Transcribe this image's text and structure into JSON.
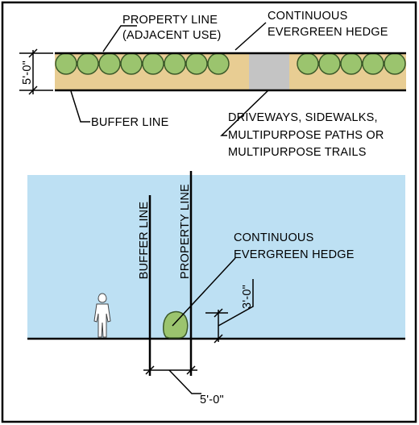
{
  "plan": {
    "property_line_label": [
      "PROPERTY LINE",
      "(ADJACENT USE)"
    ],
    "hedge_label": [
      "CONTINUOUS",
      "EVERGREEN HEDGE"
    ],
    "buffer_line_label": "BUFFER LINE",
    "driveway_label": [
      "DRIVEWAYS, SIDEWALKS,",
      "MULTIPURPOSE PATHS OR",
      "MULTIPURPOSE TRAILS"
    ],
    "width_dim": "5'-0\""
  },
  "section": {
    "buffer_line_label": "BUFFER LINE",
    "property_line_label": "PROPERTY LINE",
    "hedge_label": [
      "CONTINUOUS",
      "EVERGREEN HEDGE"
    ],
    "height_dim": "3'-0\"",
    "width_dim": "5'-0\""
  },
  "colors": {
    "buffer_fill": "#E8CD93",
    "driveway_fill": "#C4C4C4",
    "hedge_fill": "#9BC46E",
    "hedge_stroke": "#3C5A2A",
    "sky_fill": "#BDE0F3",
    "person_fill": "#FFFFFF"
  }
}
